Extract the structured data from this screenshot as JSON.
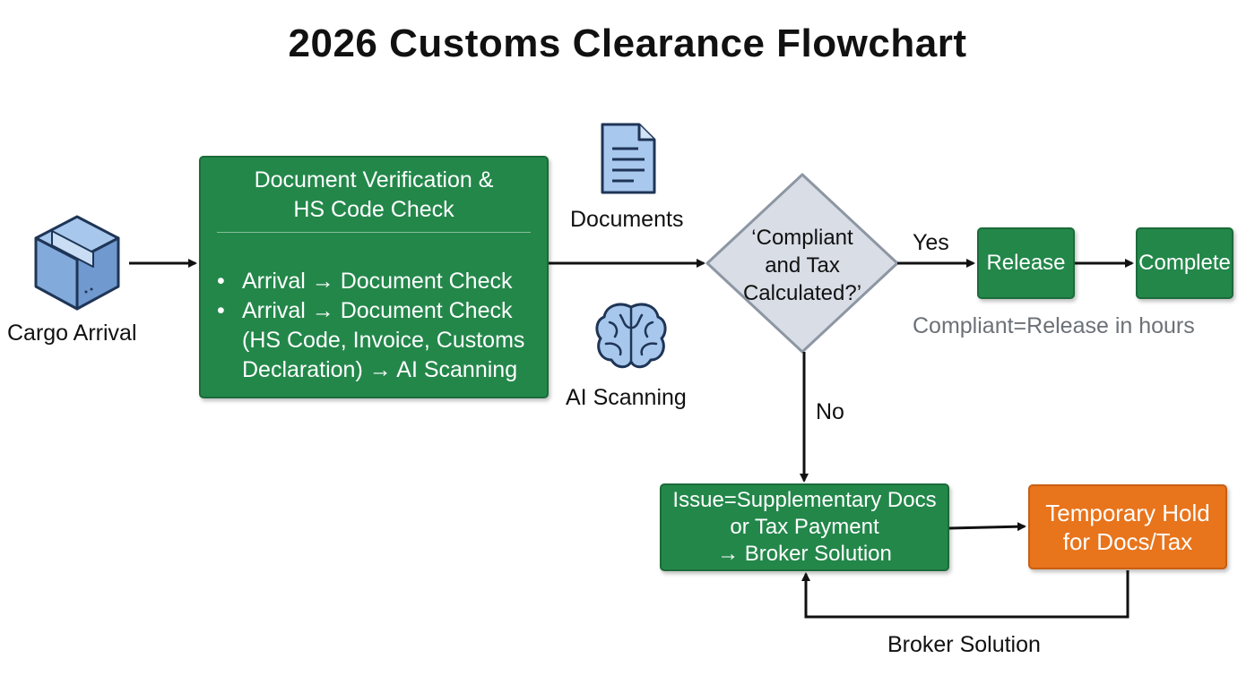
{
  "title": "2026 Customs Clearance Flowchart",
  "nodes": {
    "cargo": {
      "label": "Cargo Arrival",
      "icon": "package-box-icon"
    },
    "verify": {
      "title_line1": "Document Verification &",
      "title_line2": "HS Code Check",
      "bullets": [
        "Arrival → Document Check",
        "Arrival → Document Check (HS Code, Invoice, Customs Declaration) → AI Scanning"
      ]
    },
    "documents": {
      "label": "Documents",
      "icon": "document-icon"
    },
    "ai_scanning": {
      "label": "AI Scanning",
      "icon": "brain-icon"
    },
    "decision": {
      "text": "‘Compliant and Tax Calculated?’"
    },
    "release": {
      "label": "Release"
    },
    "complete": {
      "label": "Complete"
    },
    "issue": {
      "line1": "Issue=Supplementary Docs",
      "line2": "or Tax Payment",
      "line3": "→ Broker Solution"
    },
    "hold": {
      "line1": "Temporary Hold",
      "line2": "for Docs/Tax"
    }
  },
  "edges": {
    "yes": "Yes",
    "no": "No",
    "loop": "Broker Solution"
  },
  "note": "Compliant=Release in hours",
  "colors": {
    "green": "#23874a",
    "orange": "#e8741c",
    "diamond_fill": "#d8dde6",
    "diamond_stroke": "#8d96a3",
    "note": "#6b7177",
    "icon_blue": "#7fa9d9"
  }
}
